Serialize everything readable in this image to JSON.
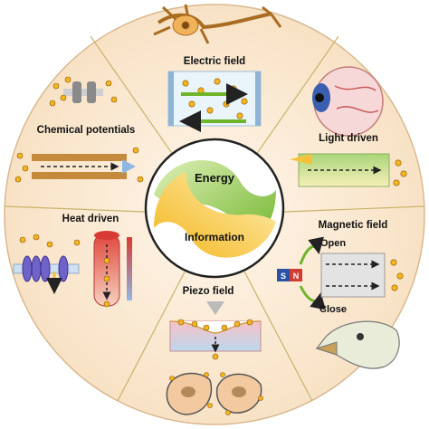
{
  "center": {
    "energy_label": "Energy",
    "information_label": "Information"
  },
  "sectors": {
    "electric": "Electric field",
    "light": "Light driven",
    "magnetic": "Magnetic field",
    "magnetic_open": "Open",
    "magnetic_close": "Close",
    "magnet_s": "S",
    "magnet_n": "N",
    "piezo": "Piezo field",
    "heat": "Heat driven",
    "chemical": "Chemical potentials"
  },
  "colors": {
    "ring_fill": "#fcecd9",
    "ring_stroke": "#d9b98f",
    "divider": "#c9b36a",
    "ion": "#f5b51f",
    "ion_border": "#8a5a00",
    "green": "#7fbf3a",
    "yellow": "#f6c23a"
  }
}
